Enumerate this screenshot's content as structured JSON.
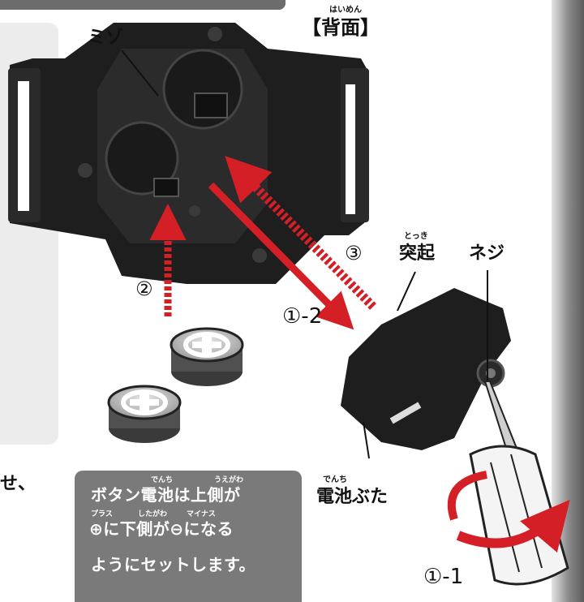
{
  "labels": {
    "back_view": "【背面】",
    "back_view_ruby": "はいめん",
    "groove": "ミゾ",
    "protrusion": "突起",
    "protrusion_ruby": "とっき",
    "screw": "ネジ",
    "battery_cover": "電池ぶた",
    "battery_cover_ruby": "でんち",
    "step_1_1": "①-1",
    "step_1_2": "①-2",
    "step_2": "②",
    "step_3": "③",
    "left_partial_text": "せ、"
  },
  "note": {
    "line1": "ボタン電池は上側が",
    "line1_ruby_a": "でんち",
    "line1_ruby_b": "うえがわ",
    "line2": "⊕に下側が⊖になる",
    "line2_ruby_a": "プラス",
    "line2_ruby_b": "したがわ",
    "line2_ruby_c": "マイナス",
    "line3": "ようにセットします。"
  },
  "colors": {
    "arrow_red": "#d51f26",
    "device_black": "#1f1f1f",
    "note_bg": "#7a7a7a"
  }
}
